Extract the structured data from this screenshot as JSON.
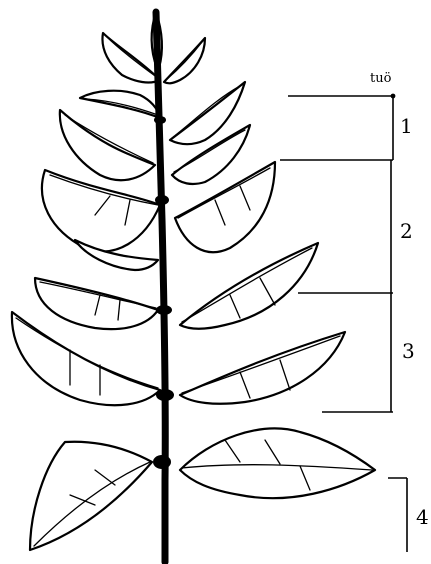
{
  "diagram": {
    "top_label": "tuö",
    "sections": [
      {
        "label": "1"
      },
      {
        "label": "2"
      },
      {
        "label": "3"
      },
      {
        "label": "4"
      }
    ]
  },
  "colors": {
    "ink": "#000000",
    "background": "#ffffff"
  }
}
